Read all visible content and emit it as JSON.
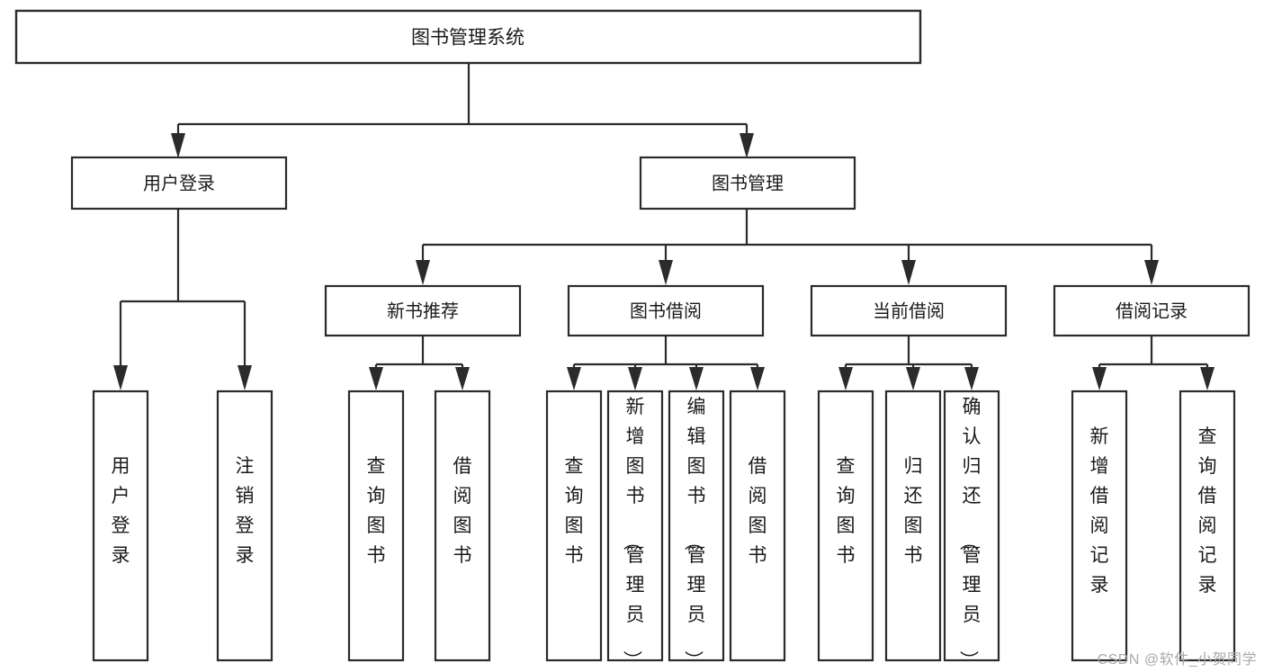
{
  "diagram": {
    "type": "tree-hierarchy",
    "title": "图书管理系统",
    "root": {
      "id": "root",
      "label": "图书管理系统"
    },
    "level1": [
      {
        "id": "user-login",
        "label": "用户登录"
      },
      {
        "id": "book-manage",
        "label": "图书管理"
      }
    ],
    "level2": [
      {
        "id": "new-book-recommend",
        "label": "新书推荐",
        "parent": "book-manage"
      },
      {
        "id": "book-borrow",
        "label": "图书借阅",
        "parent": "book-manage"
      },
      {
        "id": "current-borrow",
        "label": "当前借阅",
        "parent": "book-manage"
      },
      {
        "id": "borrow-record",
        "label": "借阅记录",
        "parent": "book-manage"
      }
    ],
    "leaves": [
      {
        "id": "leaf-user-login",
        "label": "用户登录",
        "parent": "user-login"
      },
      {
        "id": "leaf-logout-login",
        "label": "注销登录",
        "parent": "user-login"
      },
      {
        "id": "leaf-query-book-1",
        "label": "查询图书",
        "parent": "new-book-recommend"
      },
      {
        "id": "leaf-borrow-book-1",
        "label": "借阅图书",
        "parent": "new-book-recommend"
      },
      {
        "id": "leaf-query-book-2",
        "label": "查询图书",
        "parent": "book-borrow"
      },
      {
        "id": "leaf-add-book",
        "label": "新增图书（管理员）",
        "parent": "book-borrow"
      },
      {
        "id": "leaf-edit-book",
        "label": "编辑图书（管理员）",
        "parent": "book-borrow"
      },
      {
        "id": "leaf-borrow-book-2",
        "label": "借阅图书",
        "parent": "book-borrow"
      },
      {
        "id": "leaf-query-book-3",
        "label": "查询图书",
        "parent": "current-borrow"
      },
      {
        "id": "leaf-return-book",
        "label": "归还图书",
        "parent": "current-borrow"
      },
      {
        "id": "leaf-confirm-return",
        "label": "确认归还（管理员）",
        "parent": "current-borrow"
      },
      {
        "id": "leaf-add-record",
        "label": "新增借阅记录",
        "parent": "borrow-record"
      },
      {
        "id": "leaf-query-record",
        "label": "查询借阅记录",
        "parent": "borrow-record"
      }
    ]
  },
  "watermark": {
    "text": "CSDN @软件_小贺同学"
  },
  "colors": {
    "stroke": "#2b2b2b",
    "fill": "#ffffff",
    "text": "#1a1a1a",
    "watermark": "#a9a9a9"
  }
}
